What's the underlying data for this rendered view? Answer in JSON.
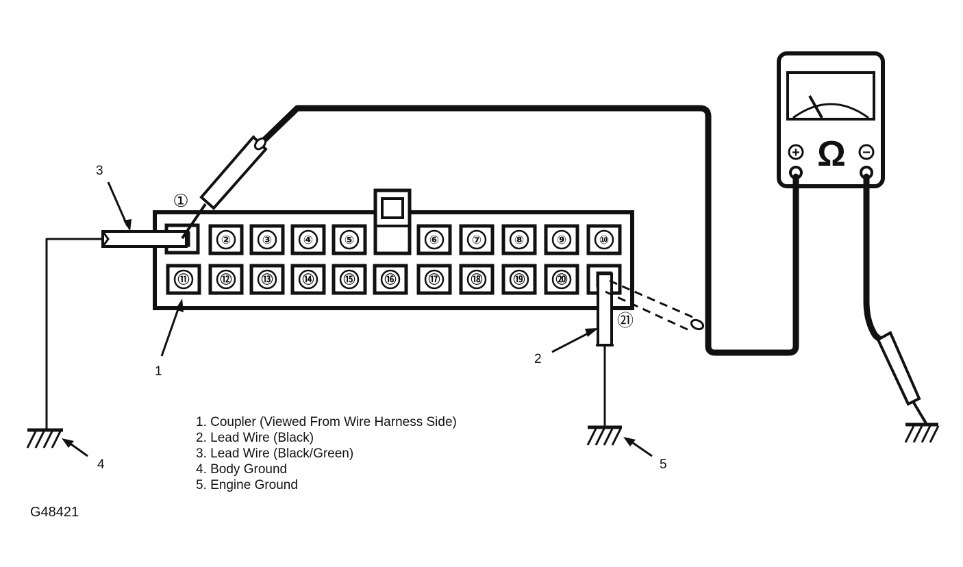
{
  "figure_id": "G48421",
  "connector": {
    "top_row": [
      "①",
      "②",
      "③",
      "④",
      "⑤",
      "⑥",
      "⑦",
      "⑧",
      "⑨",
      "⑩"
    ],
    "bottom_row": [
      "⑪",
      "⑫",
      "⑬",
      "⑭",
      "⑮",
      "⑯",
      "⑰",
      "⑱",
      "⑲",
      "⑳",
      "㉑"
    ]
  },
  "meter": {
    "symbol": "Ω",
    "plus_terminal": "+",
    "minus_terminal": "−"
  },
  "callouts": [
    "1",
    "2",
    "3",
    "4",
    "5"
  ],
  "legend": [
    "1. Coupler (Viewed From Wire Harness Side)",
    "2. Lead Wire (Black)",
    "3. Lead Wire (Black/Green)",
    "4. Body Ground",
    "5. Engine Ground"
  ]
}
